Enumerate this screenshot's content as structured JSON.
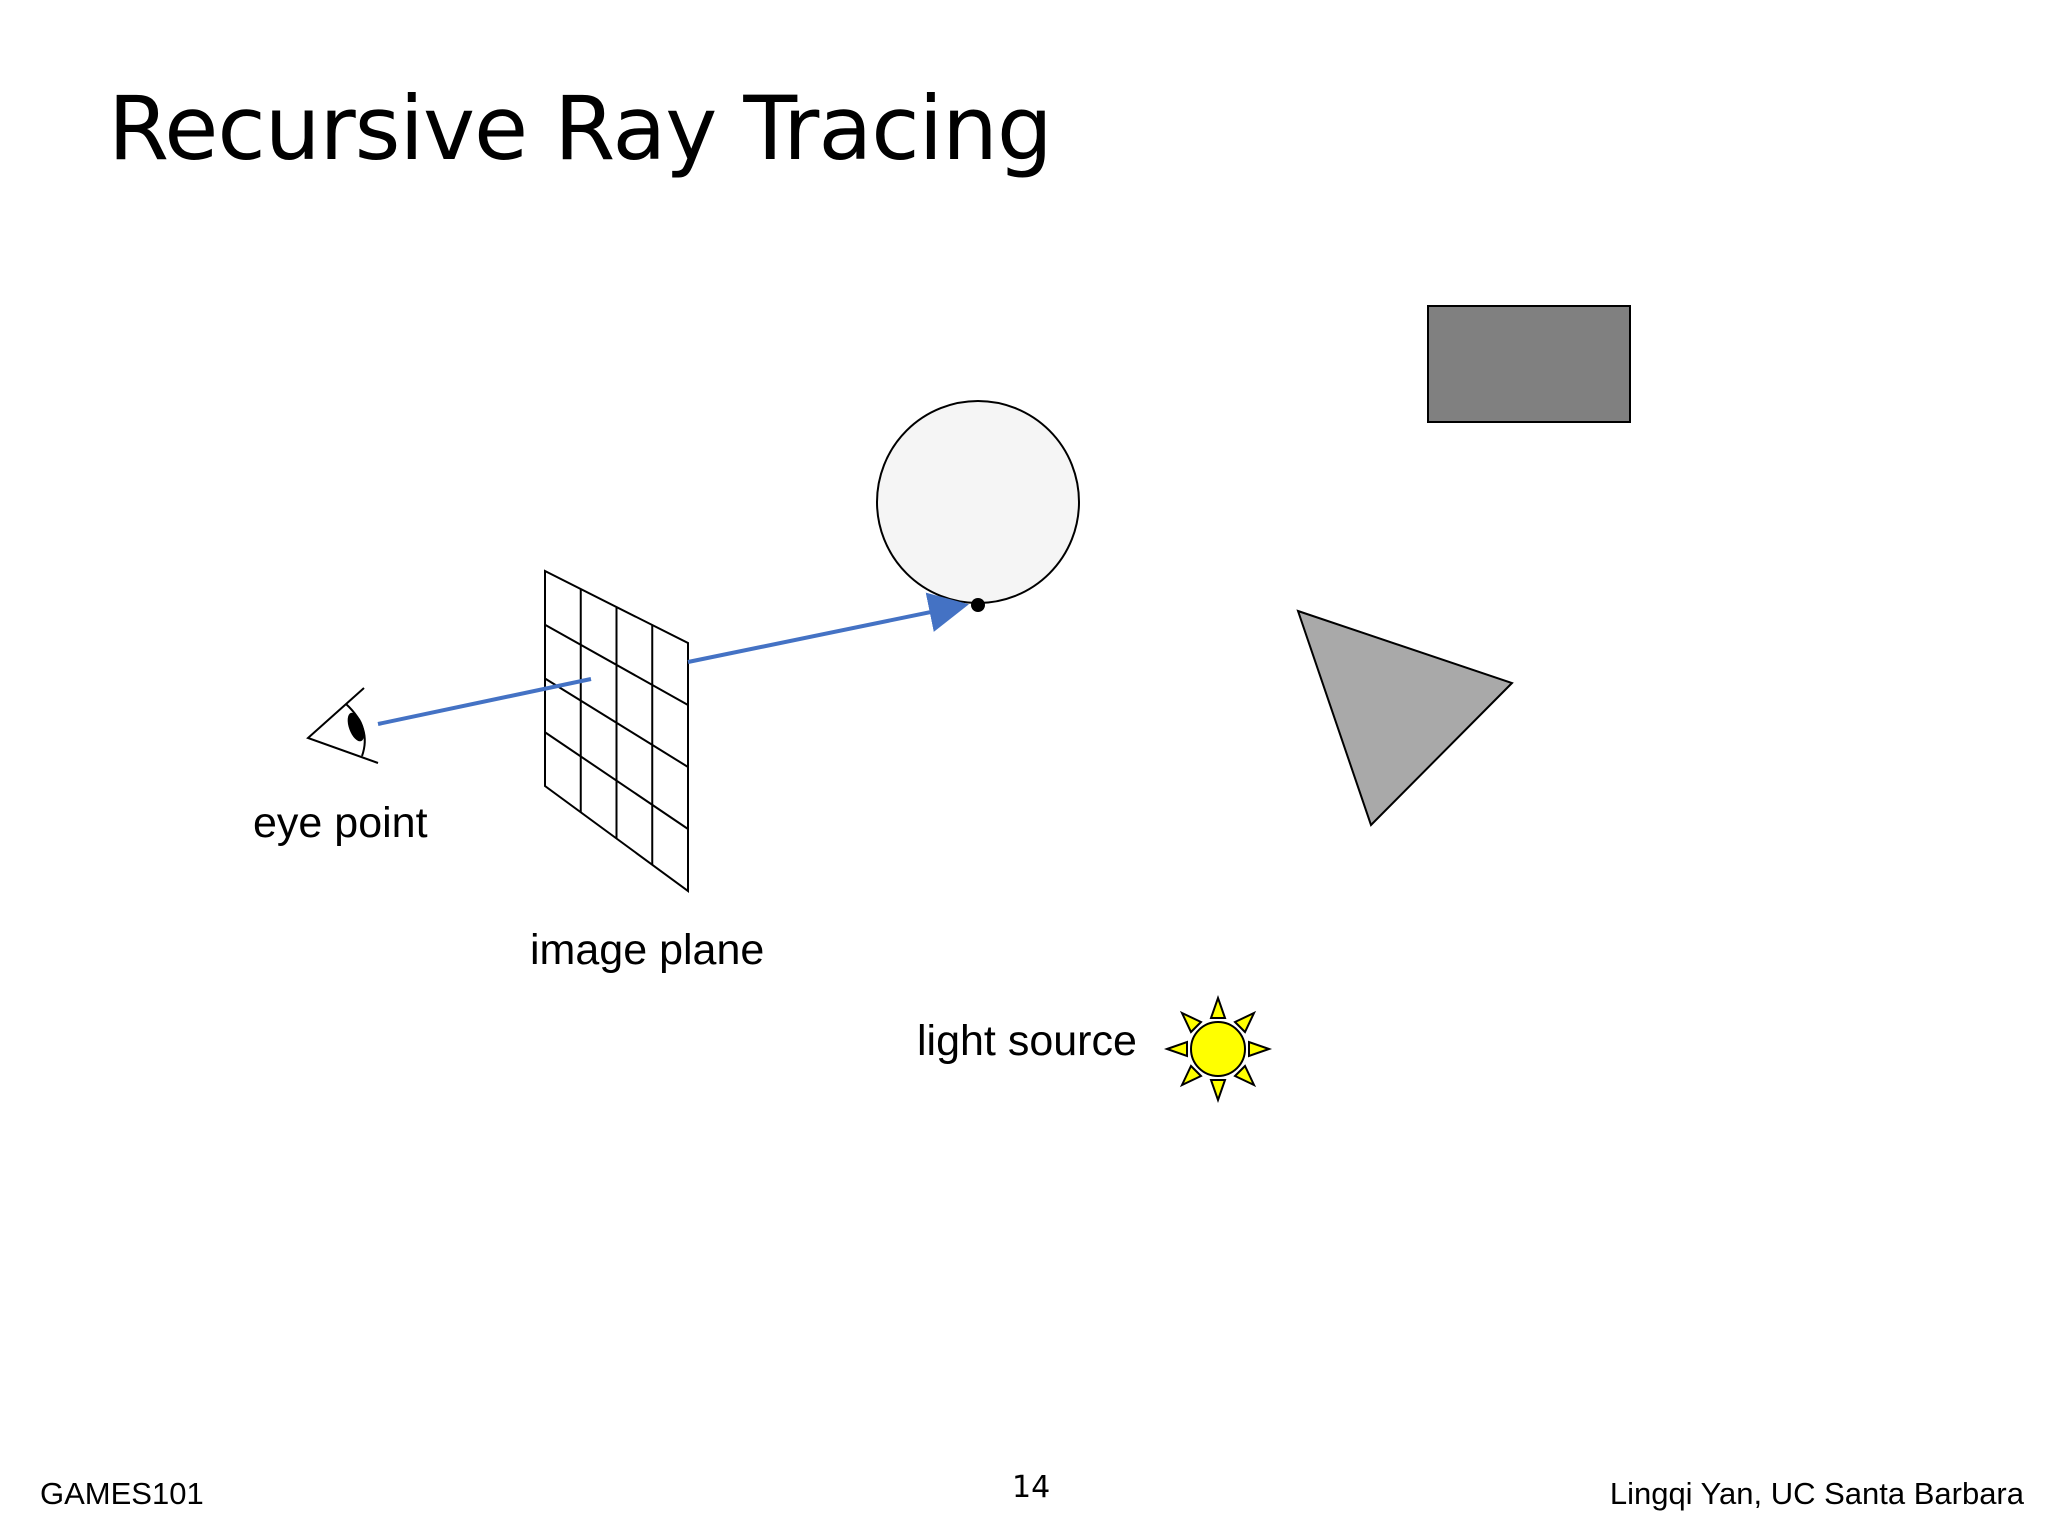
{
  "slide": {
    "title": "Recursive Ray Tracing"
  },
  "diagram": {
    "labels": {
      "eye_point": "eye point",
      "image_plane": "image plane",
      "light_source": "light source"
    },
    "colors": {
      "ray": "#4472C4",
      "sphere_fill": "#F5F5F5",
      "rectangle_fill": "#808080",
      "triangle_fill": "#A9A9A9",
      "sun_fill": "#FFFF00",
      "outline": "#000000"
    },
    "icons": [
      "eye-icon",
      "sun-icon"
    ]
  },
  "footer": {
    "left": "GAMES101",
    "page_number": "14",
    "right": "Lingqi Yan, UC Santa Barbara"
  }
}
